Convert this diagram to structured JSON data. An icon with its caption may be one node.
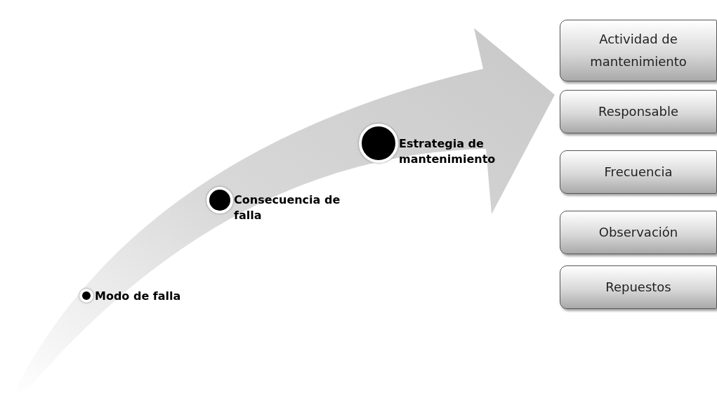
{
  "diagram": {
    "nodes": [
      {
        "text": [],
        "shape": "circle",
        "beside": [
          "Modo de falla"
        ]
      },
      {
        "text": [],
        "shape": "circle",
        "beside": [
          "Consecuencia de falla"
        ]
      },
      {
        "text": [],
        "shape": "circle",
        "beside": [
          "Estrategia de mantenimiento"
        ]
      },
      {
        "text": [
          "Actividad de mantenimiento"
        ]
      },
      {
        "text": [
          "Responsable"
        ]
      },
      {
        "text": [
          "Frecuencia"
        ]
      },
      {
        "text": [
          "Observación"
        ]
      },
      {
        "text": [
          "Repuestos"
        ]
      }
    ],
    "edges": []
  }
}
